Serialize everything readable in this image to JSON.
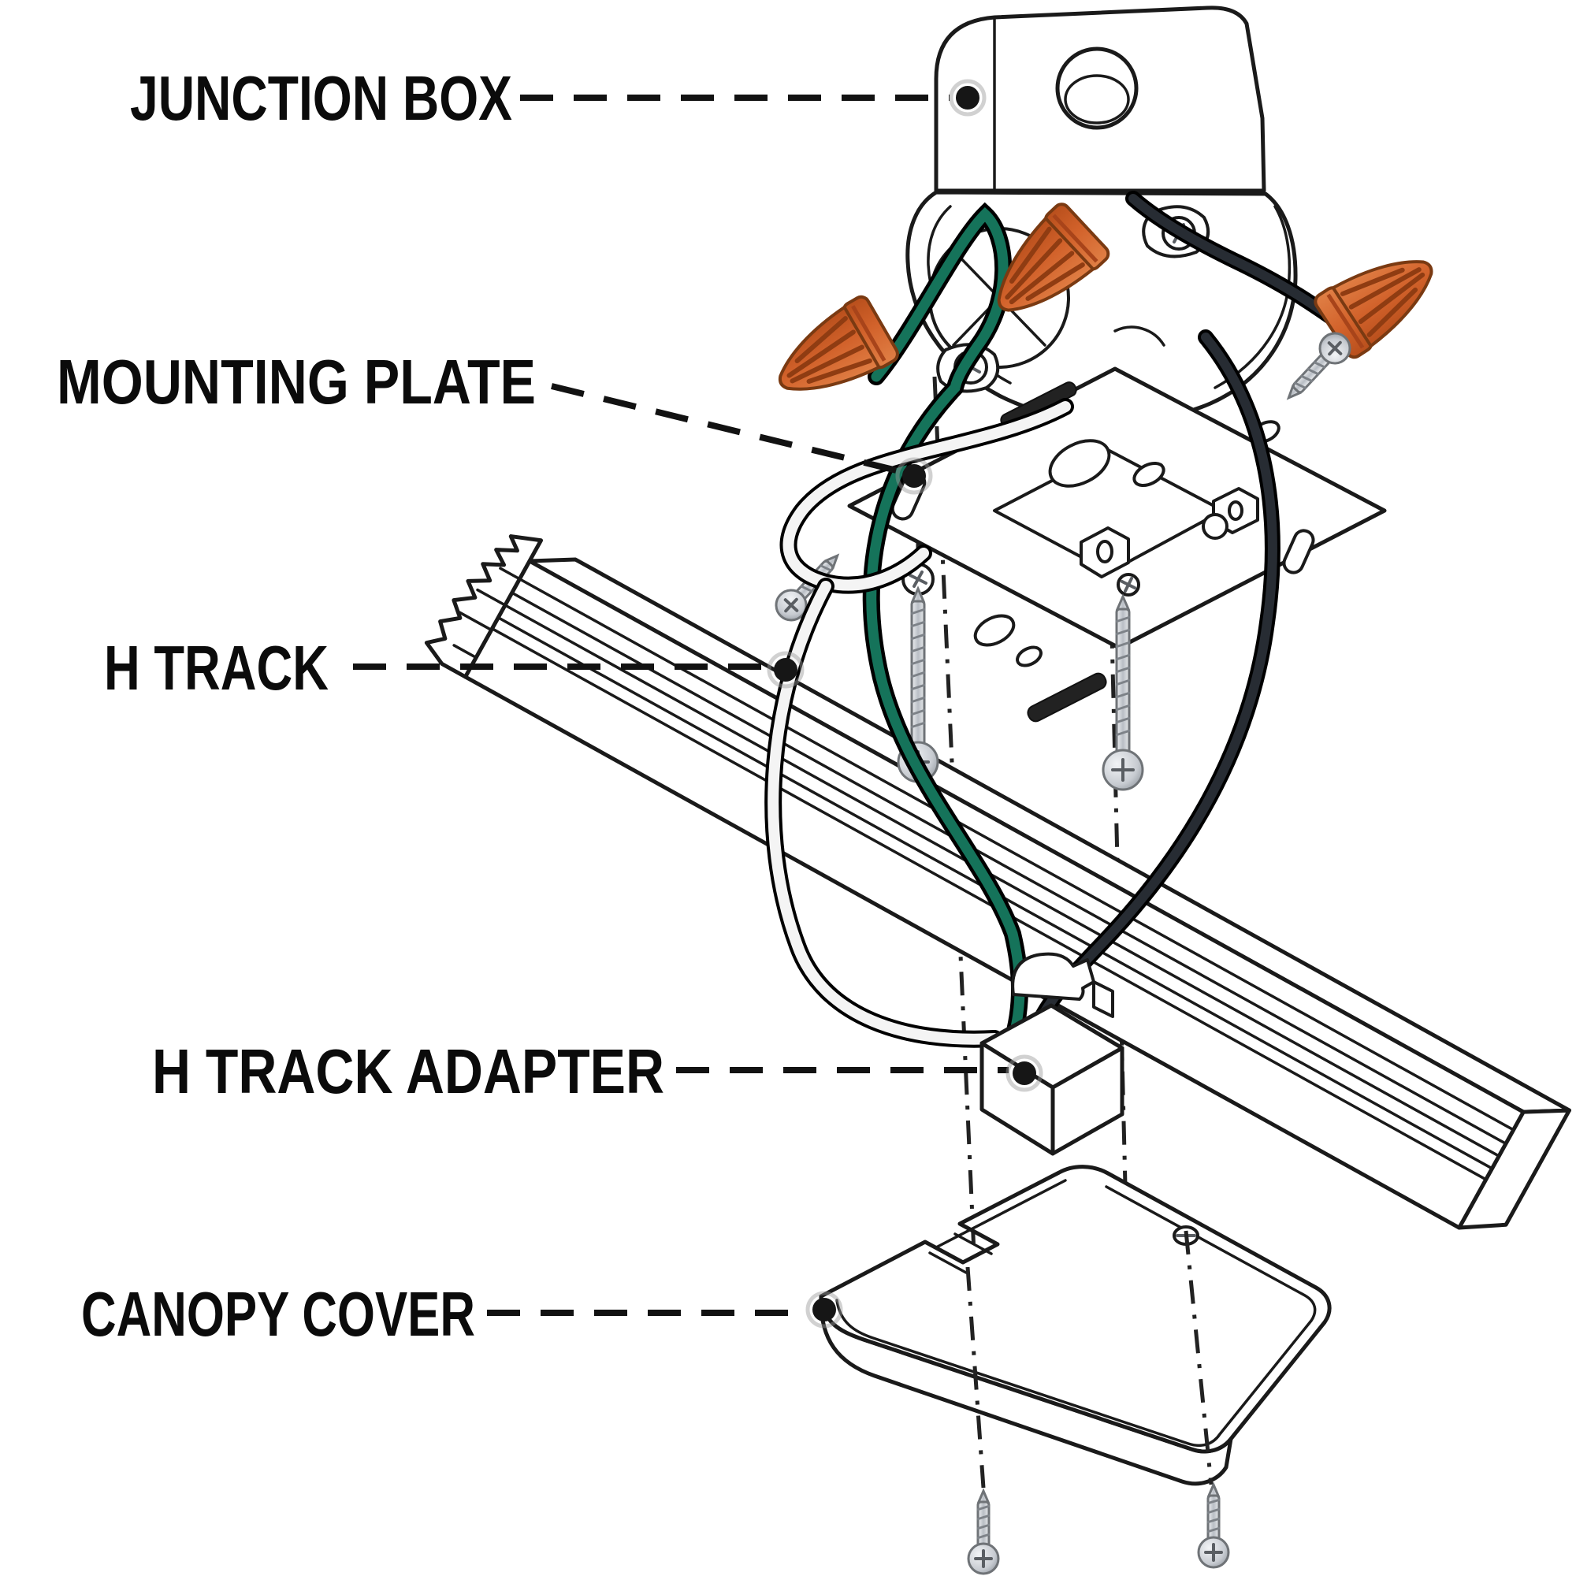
{
  "diagram_title": "Track lighting exploded installation diagram",
  "labels": [
    {
      "id": "junction-box",
      "text": "JUNCTION BOX"
    },
    {
      "id": "mounting-plate",
      "text": "MOUNTING PLATE"
    },
    {
      "id": "h-track",
      "text": "H TRACK"
    },
    {
      "id": "h-track-adapter",
      "text": "H TRACK ADAPTER"
    },
    {
      "id": "canopy-cover",
      "text": "CANOPY COVER"
    }
  ],
  "parts_art": [
    {
      "name": "junction-box",
      "features": [
        "mounting hole",
        "knockout circle",
        "clamp screws"
      ]
    },
    {
      "name": "wire-nut-icon",
      "count": 3,
      "color": "#d2622b"
    },
    {
      "name": "ground-wire",
      "color": "#15735a"
    },
    {
      "name": "neutral-wire",
      "color": "#f4f4f4"
    },
    {
      "name": "hot-wire",
      "color": "#272c33"
    },
    {
      "name": "mounting-plate",
      "features": [
        "center cutout",
        "tabs",
        "slots",
        "screw holes"
      ]
    },
    {
      "name": "h-track",
      "features": [
        "channel grooves",
        "broken end profile"
      ]
    },
    {
      "name": "screw-icon",
      "count": 6
    },
    {
      "name": "h-track-adapter"
    },
    {
      "name": "canopy-cover",
      "features": [
        "U-notch",
        "screw hole"
      ]
    }
  ],
  "colors": {
    "label_text": "#0b0b0b",
    "leader_line": "#121212",
    "outline": "#1a1a1a",
    "wire_green": "#15735a",
    "wire_white": "#f4f4f4",
    "wire_black": "#272c33",
    "wire_nut": "#d2622b",
    "wire_nut_dark": "#8f3c12",
    "screw_fill": "#d6d9dd",
    "screw_stroke": "#6f7377",
    "background": "#ffffff"
  }
}
